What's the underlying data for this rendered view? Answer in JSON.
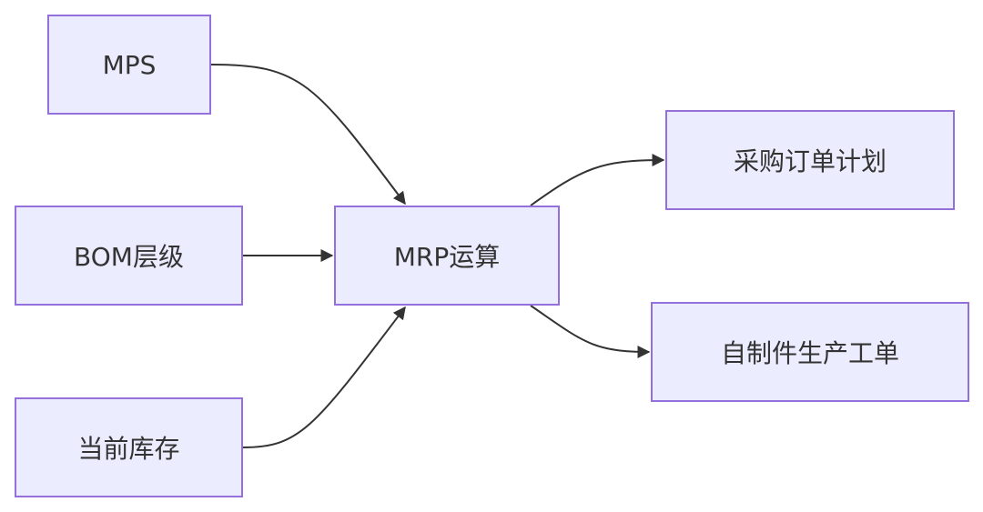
{
  "diagram": {
    "nodes": {
      "mps": "MPS",
      "bom": "BOM层级",
      "stock": "当前库存",
      "mrp": "MRP运算",
      "purchase": "采购订单计划",
      "workorder": "自制件生产工单"
    },
    "edges": [
      {
        "from": "mps",
        "to": "mrp"
      },
      {
        "from": "bom",
        "to": "mrp"
      },
      {
        "from": "stock",
        "to": "mrp"
      },
      {
        "from": "mrp",
        "to": "purchase"
      },
      {
        "from": "mrp",
        "to": "workorder"
      }
    ],
    "colors": {
      "node_fill": "#ececff",
      "node_border": "#9370db",
      "edge": "#333333",
      "text": "#333333"
    }
  }
}
